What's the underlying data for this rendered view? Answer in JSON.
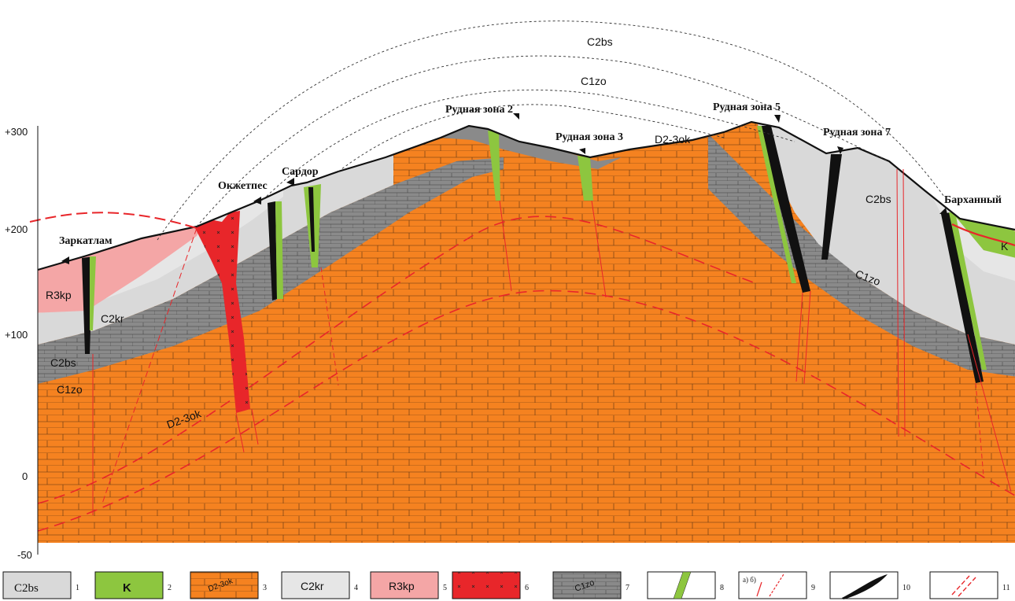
{
  "elevation_axis": {
    "ticks": [
      "+300",
      "+200",
      "+100",
      "0",
      "-50"
    ]
  },
  "deposits": [
    {
      "name": "Заркатлам"
    },
    {
      "name": "Окжетпес"
    },
    {
      "name": "Сардор"
    },
    {
      "name": "Рудная зона 2"
    },
    {
      "name": "Рудная зона 3"
    },
    {
      "name": "Рудная зона 5"
    },
    {
      "name": "Рудная зона 7"
    },
    {
      "name": "Барханный"
    }
  ],
  "unit_labels": {
    "c2bs_top": "C2bs",
    "c1zo_top": "C1zo",
    "d23ok_top": "D2-3ok",
    "r3kp": "R3kp",
    "c2kr": "C2kr",
    "c2bs_left": "C2bs",
    "c1zo_left": "C1zo",
    "d23ok_left": "D2-3ok",
    "c2bs_right": "C2bs",
    "c1zo_right": "C1zo",
    "k_right": "K"
  },
  "legend": [
    {
      "num": "1",
      "label": "C2bs",
      "color": "#d9d9d9"
    },
    {
      "num": "2",
      "label": "K",
      "color": "#8dc63f"
    },
    {
      "num": "3",
      "label": "D2-3ok",
      "color": "#f58220"
    },
    {
      "num": "4",
      "label": "C2kr",
      "color": "#e6e6e6"
    },
    {
      "num": "5",
      "label": "R3kp",
      "color": "#f4a6a6"
    },
    {
      "num": "6",
      "label": "",
      "color": "#e8262a"
    },
    {
      "num": "7",
      "label": "C1zo",
      "color": "#8a8a8a"
    },
    {
      "num": "8",
      "label": "",
      "color": "#8dc63f"
    },
    {
      "num": "9",
      "label": "а) б)",
      "color": "#e8262a"
    },
    {
      "num": "10",
      "label": "",
      "color": "#111111"
    },
    {
      "num": "11",
      "label": "",
      "color": "#e8262a"
    }
  ],
  "colors": {
    "devonian_orange": "#f58220",
    "limestone_gray": "#8a8a8a",
    "light_gray": "#d9d9d9",
    "pink": "#f4a6a6",
    "intrusion_red": "#e8262a",
    "ore_green": "#8dc63f",
    "fault_red": "#e8262a"
  }
}
